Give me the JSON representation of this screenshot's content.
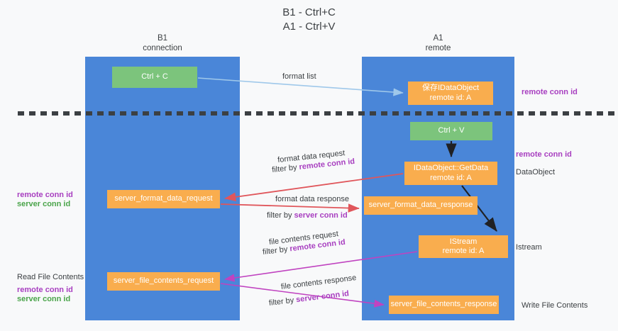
{
  "title": {
    "line1": "B1 - Ctrl+C",
    "line2": "A1 - Ctrl+V"
  },
  "lanes": [
    {
      "id": "b1",
      "name": "B1",
      "subtitle": "connection"
    },
    {
      "id": "a1",
      "name": "A1",
      "subtitle": "remote"
    }
  ],
  "boxes": {
    "ctrl_c": {
      "line1": "Ctrl + C",
      "line2": "",
      "color": "#7cc47c"
    },
    "idataobject": {
      "line1": "保存IDataObject",
      "line2": "remote id: A",
      "color": "#f9ad4e"
    },
    "ctrl_v": {
      "line1": "Ctrl + V",
      "line2": "",
      "color": "#7cc47c"
    },
    "getdata": {
      "line1": "IDataObject::GetData",
      "line2": "remote id: A",
      "color": "#f9ad4e"
    },
    "server_format_data_request": {
      "line1": "server_format_data_request",
      "line2": "",
      "color": "#f9ad4e"
    },
    "server_format_data_response": {
      "line1": "server_format_data_response",
      "line2": "",
      "color": "#f9ad4e"
    },
    "istream": {
      "line1": "IStream",
      "line2": "remote id: A",
      "color": "#f9ad4e"
    },
    "server_file_contents_request": {
      "line1": "server_file_contents_request",
      "line2": "",
      "color": "#f9ad4e"
    },
    "server_file_contents_response": {
      "line1": "server_file_contents_response",
      "line2": "",
      "color": "#f9ad4e"
    }
  },
  "edge_labels": {
    "format_list": "format list",
    "format_data_request": "format data request",
    "format_data_request_filter_prefix": "filter by ",
    "format_data_request_filter_key": "remote conn id",
    "format_data_response": "format data response",
    "format_data_response_filter_prefix": "filter by ",
    "format_data_response_filter_key": "server conn id",
    "file_contents_request": "file contents request",
    "file_contents_request_filter_prefix": "filter by ",
    "file_contents_request_filter_key": "remote conn id",
    "file_contents_response": "file contents response",
    "file_contents_response_filter_prefix": "filter by ",
    "file_contents_response_filter_key": "server conn id"
  },
  "annotations": {
    "right_remote_conn_id_top": "remote conn id",
    "right_remote_conn_id_mid": "remote conn id",
    "right_dataobject": "DataObject",
    "right_istream": "Istream",
    "right_write_file_contents": "Write File Contents",
    "left_remote_conn_id": "remote conn id",
    "left_server_conn_id": "server conn id",
    "left_read_file_contents": "Read File Contents",
    "left_remote_conn_id_2": "remote conn id",
    "left_server_conn_id_2": "server conn id"
  },
  "colors": {
    "lane": "#4a86d8",
    "green_box": "#7cc47c",
    "orange_box": "#f9ad4e",
    "purple_text": "#a83fc0",
    "green_text": "#4aa44a",
    "arrow_blue": "#9fc8ea",
    "arrow_red": "#e0565b",
    "arrow_magenta": "#c043c0",
    "arrow_black": "#202124",
    "background": "#f8f9fa",
    "divider": "#3c4043"
  }
}
